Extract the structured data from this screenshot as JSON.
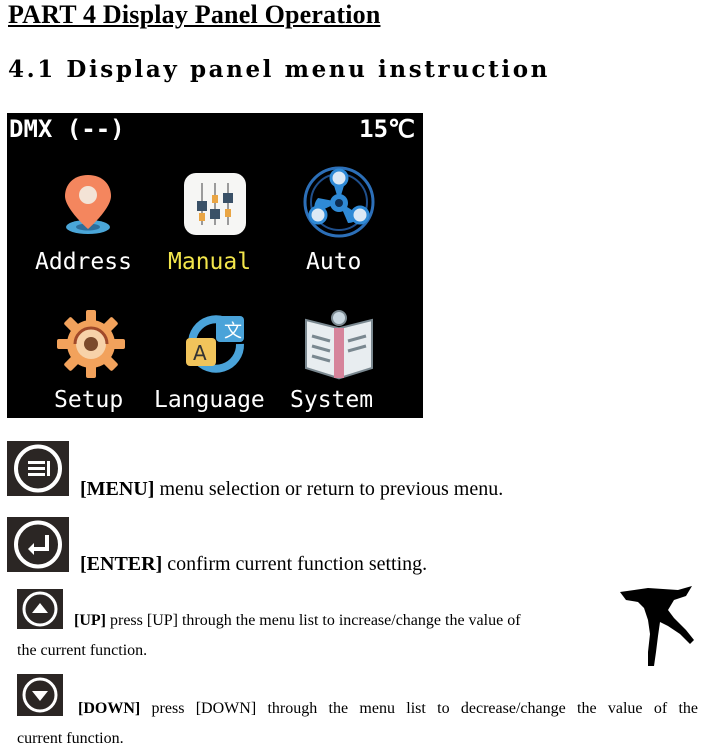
{
  "heading": "PART 4 Display Panel Operation",
  "subheading": "4.1 Display panel menu instruction",
  "panel": {
    "dmx_status": "DMX (--)",
    "temperature": "15℃",
    "menu_items": [
      {
        "label": "Address",
        "icon": "location-pin-icon",
        "selected": false
      },
      {
        "label": "Manual",
        "icon": "sliders-icon",
        "selected": true
      },
      {
        "label": "Auto",
        "icon": "fan-icon",
        "selected": false
      },
      {
        "label": "Setup",
        "icon": "gear-icon",
        "selected": false
      },
      {
        "label": "Language",
        "icon": "translate-icon",
        "selected": false
      },
      {
        "label": "System",
        "icon": "book-icon",
        "selected": false
      }
    ],
    "colors": {
      "background": "#000000",
      "label": "#ffffff",
      "selected_label": "#f3e64b"
    }
  },
  "buttons": [
    {
      "key": "[MENU]",
      "description": "menu selection or return to previous menu.",
      "icon": "menu-icon"
    },
    {
      "key": "[ENTER]",
      "description": "confirm current function setting.",
      "icon": "enter-icon"
    },
    {
      "key": "[UP]",
      "description_line1": "press [UP] through the menu list to increase/change the value of",
      "description_line2": "the current function.",
      "icon": "up-arrow-icon"
    },
    {
      "key": "[DOWN]",
      "description_line1": "press [DOWN] through the menu list to decrease/change the value of the",
      "description_line2": "current function.",
      "icon": "down-arrow-icon"
    }
  ],
  "figure_icon": "dancer-silhouette-icon"
}
